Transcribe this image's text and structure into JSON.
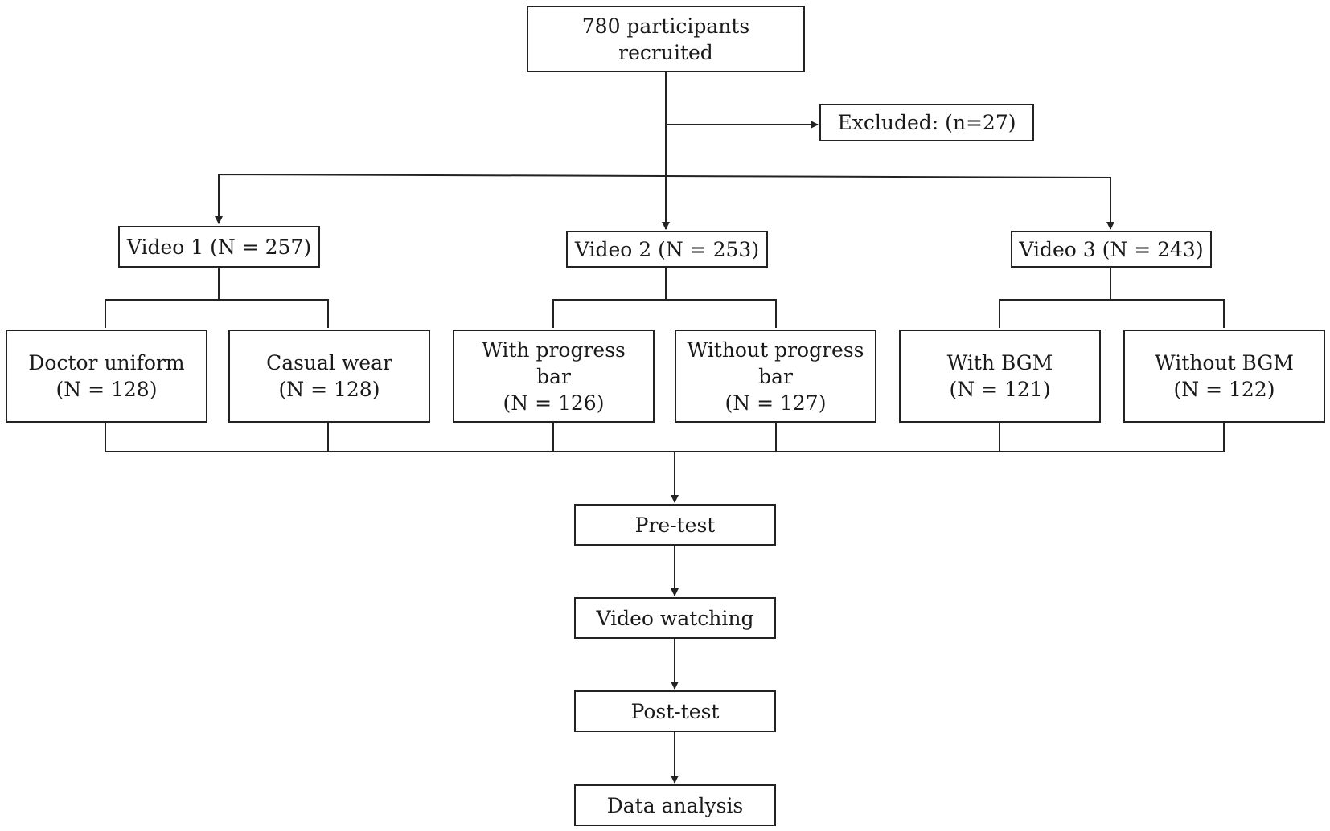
{
  "nodes": {
    "recruited": "780 participants\nrecruited",
    "excluded": "Excluded: (n=27)",
    "video1": "Video 1 (N = 257)",
    "video2": "Video 2 (N = 253)",
    "video3": "Video 3 (N = 243)",
    "doctor_uniform": "Doctor uniform\n(N = 128)",
    "casual_wear": "Casual wear\n(N = 128)",
    "with_progress_bar": "With progress\nbar\n(N = 126)",
    "without_progress_bar": "Without progress\nbar\n(N = 127)",
    "with_bgm": "With BGM\n(N = 121)",
    "without_bgm": "Without BGM\n(N = 122)",
    "pre_test": "Pre-test",
    "video_watching": "Video watching",
    "post_test": "Post-test",
    "data_analysis": "Data analysis"
  },
  "colors": {
    "line": "#222222",
    "box_border": "#222222",
    "background": "#ffffff"
  }
}
